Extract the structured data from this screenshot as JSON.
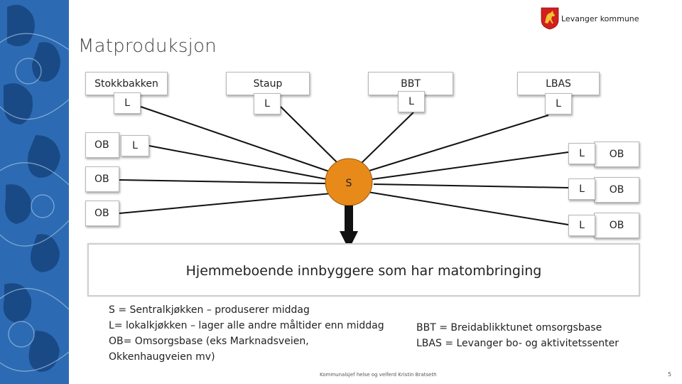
{
  "header": {
    "org_name": "Levanger kommune",
    "logo_icon": "horse-coat-of-arms-icon"
  },
  "title": "Matproduksjon",
  "nodes": {
    "stokkbakken": {
      "name": "Stokkbakken",
      "sub": "L"
    },
    "staup": {
      "name": "Staup",
      "sub": "L"
    },
    "bbt": {
      "name": "BBT",
      "sub": "L"
    },
    "lbas": {
      "name": "LBAS",
      "sub": "L"
    },
    "central": {
      "label": "S",
      "color": "#E88A1A"
    },
    "left_ob": [
      "OB",
      "OB",
      "OB"
    ],
    "left_l": "L",
    "right_l": [
      "L",
      "L",
      "L"
    ],
    "right_ob": [
      "OB",
      "OB",
      "OB"
    ]
  },
  "result": "Hjemmeboende innbyggere som har matombringing",
  "legend_left": [
    "S = Sentralkjøkken – produserer middag",
    "L= lokalkjøkken – lager alle andre måltider enn middag",
    "OB= Omsorgsbase (eks Marknadsveien,",
    "Okkenhaugveien mv)"
  ],
  "legend_right": [
    "BBT = Breidablikktunet omsorgsbase",
    "LBAS = Levanger bo- og aktivitetssenter"
  ],
  "footer": "Kommunalsjef helse og velferd Kristin Bratseth",
  "page_number": "5",
  "colors": {
    "sidebar": "#1F5FA8",
    "accent": "#E88A1A",
    "arrow": "#111111"
  }
}
